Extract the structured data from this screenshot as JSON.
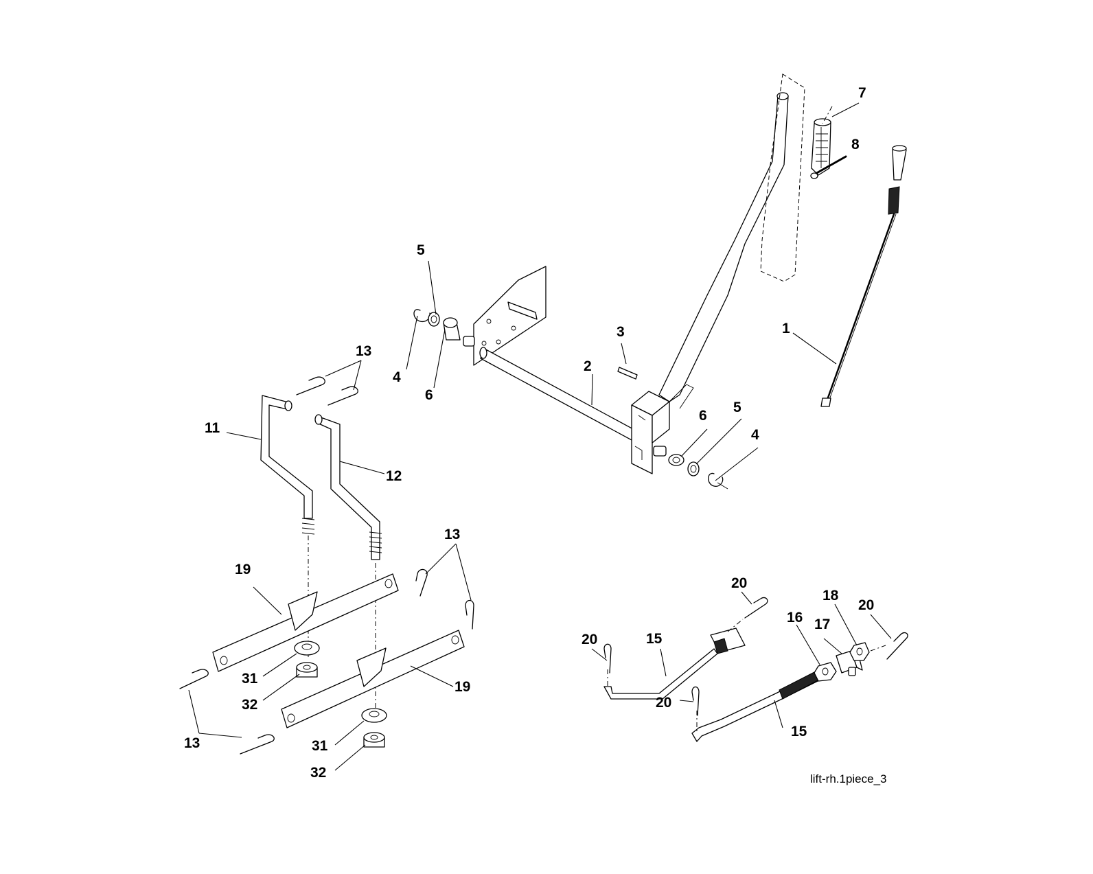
{
  "diagram_reference": "lift-rh.1piece_3",
  "callouts": [
    "1",
    "2",
    "3",
    "4",
    "4",
    "5",
    "5",
    "6",
    "6",
    "7",
    "8",
    "11",
    "12",
    "13",
    "13",
    "13",
    "15",
    "15",
    "16",
    "17",
    "18",
    "19",
    "19",
    "20",
    "20",
    "20",
    "20",
    "31",
    "31",
    "32",
    "32"
  ]
}
